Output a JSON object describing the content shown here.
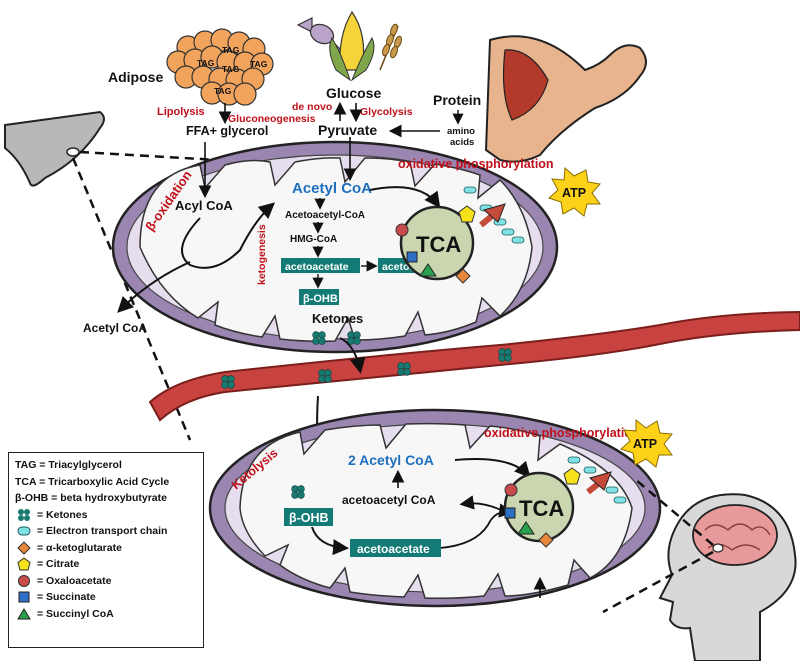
{
  "labels": {
    "adipose": "Adipose",
    "tag": "TAG",
    "lipolysis": "Lipolysis",
    "ffa_glycerol": "FFA+ glycerol",
    "glucose": "Glucose",
    "de_novo": "de novo",
    "gluconeogenesis": "Gluconeogenesis",
    "glycolysis": "Glycolysis",
    "pyruvate": "Pyruvate",
    "protein": "Protein",
    "amino_acids_1": "amino",
    "amino_acids_2": "acids",
    "atp": "ATP",
    "beta_oxidation": "β-oxidation",
    "oxidative_phosphorylation": "oxidative phosphorylation",
    "acetyl_coa": "Acetyl CoA",
    "acyl_coa": "Acyl CoA",
    "acetyl_coa_out": "Acetyl CoA",
    "acetoacetyl_coa": "Acetoacetyl-CoA",
    "hmg_coa": "HMG-CoA",
    "ketogenesis": "ketogenesis",
    "acetoacetate": "acetoacetate",
    "acetone": "acetone",
    "bohb": "β-OHB",
    "ketones": "Ketones",
    "tca": "TCA",
    "ketolysis": "Ketolysis",
    "two_acetyl_coa": "2 Acetyl CoA",
    "acetoacetyl_coa_lower": "acetoacetyl CoA",
    "bohb_lower": "β-OHB",
    "acetoacetate_lower": "acetoacetate",
    "tca_lower": "TCA",
    "atp_lower": "ATP",
    "oxidative_phosphorylation_lower": "oxidative phosphorylation"
  },
  "legend": {
    "definitions": [
      "TAG = Triacylglycerol",
      "TCA = Tricarboxylic Acid Cycle",
      "β-OHB = beta hydroxybutyrate"
    ],
    "symbols": [
      {
        "icon": "ketone-cluster-icon",
        "label": "= Ketones"
      },
      {
        "icon": "etc-capsule-icon",
        "label": "= Electron transport chain"
      },
      {
        "icon": "orange-diamond-icon",
        "label": "= α-ketoglutarate"
      },
      {
        "icon": "yellow-pentagon-icon",
        "label": "= Citrate"
      },
      {
        "icon": "red-circle-icon",
        "label": "= Oxaloacetate"
      },
      {
        "icon": "blue-square-icon",
        "label": "= Succinate"
      },
      {
        "icon": "green-triangle-icon",
        "label": "= Succinyl CoA"
      }
    ]
  },
  "colors": {
    "red_text": "#c0101a",
    "blue_text": "#1e6fc0",
    "teal_box": "#137a76",
    "mito_outer": "#9a86b0",
    "tca_fill": "#c9d6b0",
    "ketone": "#1a7a72",
    "vessel": "#c8433f",
    "atp_burst": "#ffd21a",
    "fat_cells": "#f2a45c",
    "muscle": "#e8b48d",
    "brain": "#e89a9a"
  }
}
